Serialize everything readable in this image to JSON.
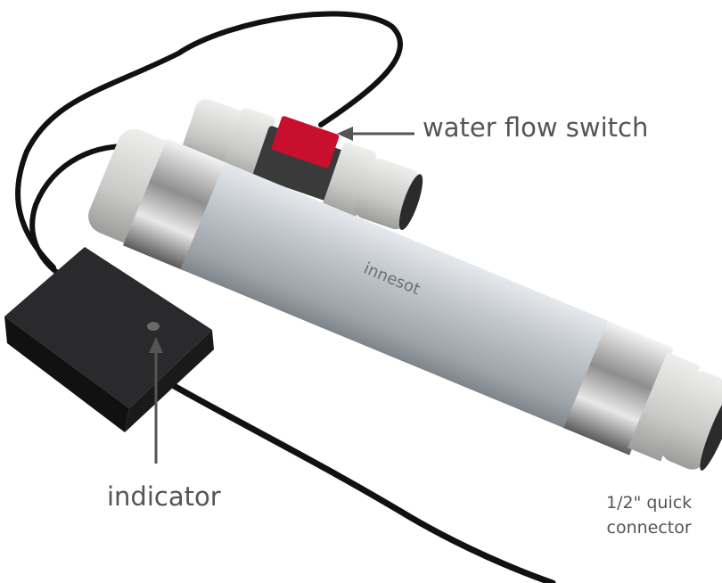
{
  "annotations": {
    "flow_switch_label": "water flow switch",
    "indicator_label": "indicator",
    "connector_label_line1": "1/2\" quick",
    "connector_label_line2": "connector"
  },
  "product": {
    "logo_text": "innesot"
  },
  "colors": {
    "tube": "#b9bec4",
    "switch_red": "#c8102e",
    "connector_gray": "#cfd0cf",
    "box": "#1c1c1e",
    "text": "#555555"
  }
}
